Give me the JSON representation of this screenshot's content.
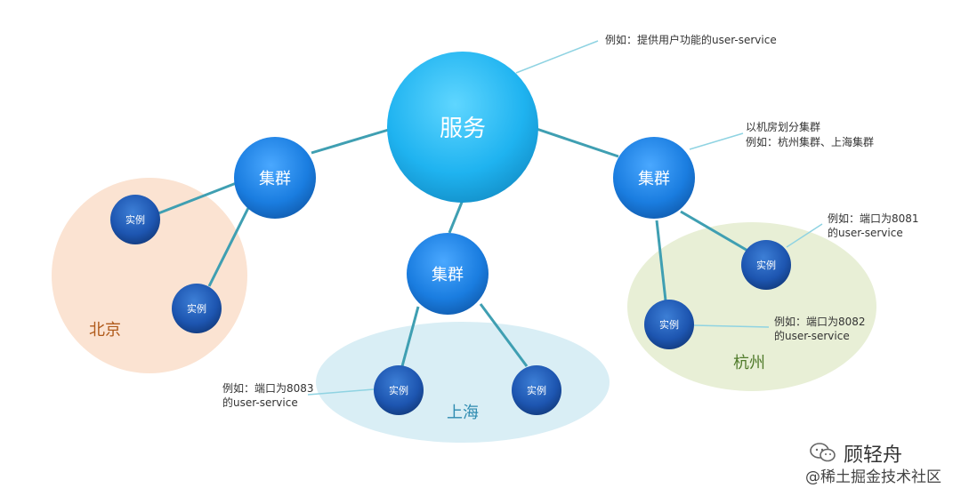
{
  "service": {
    "label": "服务"
  },
  "clusters": {
    "beijing": {
      "label": "集群"
    },
    "shanghai": {
      "label": "集群"
    },
    "hangzhou": {
      "label": "集群"
    }
  },
  "instances": {
    "beijing_1": {
      "label": "实例"
    },
    "beijing_2": {
      "label": "实例"
    },
    "shanghai_1": {
      "label": "实例"
    },
    "shanghai_2": {
      "label": "实例"
    },
    "hangzhou_1": {
      "label": "实例"
    },
    "hangzhou_2": {
      "label": "实例"
    }
  },
  "regions": {
    "beijing": {
      "label": "北京",
      "color": "#fbe3d2",
      "text_color": "#b05a1a"
    },
    "shanghai": {
      "label": "上海",
      "color": "#d9eef5",
      "text_color": "#2e8bb0"
    },
    "hangzhou": {
      "label": "杭州",
      "color": "#e8efd6",
      "text_color": "#4f7a2a"
    }
  },
  "annotations": {
    "service_note": "例如：提供用户功能的user-service",
    "cluster_note_line1": "以机房划分集群",
    "cluster_note_line2": "例如：杭州集群、上海集群",
    "hz_inst1_line1": "例如：端口为8081",
    "hz_inst1_line2": "的user-service",
    "hz_inst2_line1": "例如：端口为8082",
    "hz_inst2_line2": "的user-service",
    "sh_inst1_line1": "例如：端口为8083",
    "sh_inst1_line2": "的user-service"
  },
  "watermark": {
    "name": "顾轻舟",
    "site": "@稀土掘金技术社区"
  },
  "colors": {
    "service_fill": "#1fb3f0",
    "cluster_fill": "#1a7de0",
    "instance_fill": "#1d55b0",
    "edge": "#3f9fb2",
    "pointer": "#8fd3e2"
  }
}
